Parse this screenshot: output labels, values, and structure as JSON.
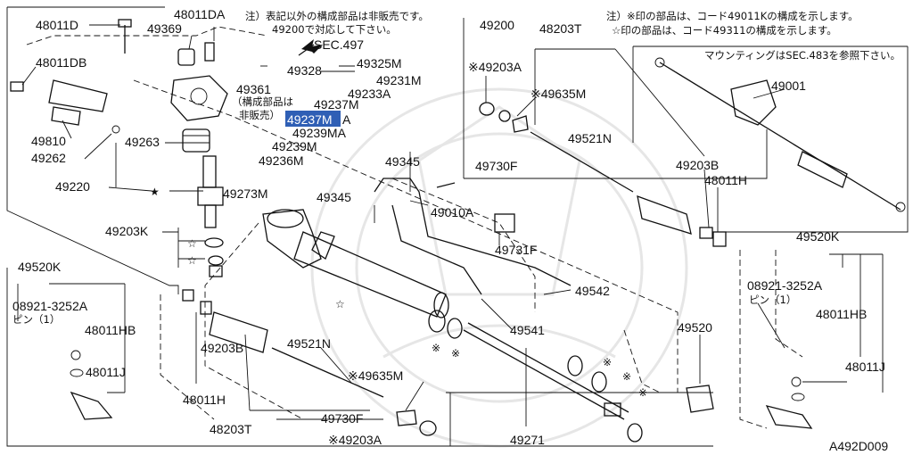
{
  "diagram": {
    "notes": {
      "center_line1": "注）表記以外の構成部品は非販売です。",
      "center_line2": "49200で対応して下さい。",
      "right_line1": "注）※印の部品は、コード49011Kの構成を示します。",
      "right_line2": "☆印の部品は、コード49311の構成を示します。",
      "right_line3": "マウンティングはSEC.483を参照下さい。",
      "not_sold_line1": "（構成部品は",
      "not_sold_line2": "非販売）"
    },
    "sec_ref": "SEC.497",
    "highlighted_part": "49237M",
    "diagram_code": "A492D009",
    "labels": {
      "p48011D": "48011D",
      "p48011DA": "48011DA",
      "p49369": "49369",
      "p49200": "49200",
      "p48203T_top": "48203T",
      "p49325M": "49325M",
      "p49328": "49328",
      "p48011DB": "48011DB",
      "p49361": "49361",
      "p49231M": "49231M",
      "p49233A": "49233A",
      "p49237M_suffix": "A",
      "p49239MA": "49239MA",
      "p49239M": "49239M",
      "p49236M": "49236M",
      "p49203A_top": "※49203A",
      "p49635M_top": "※49635M",
      "p49001": "49001",
      "p49810": "49810",
      "p49262": "49262",
      "p49263": "49263",
      "p49521N_top": "49521N",
      "p49730F_top": "49730F",
      "p49203B_top": "49203B",
      "p48011H_top": "48011H",
      "p49345_a": "49345",
      "p49345_b": "49345",
      "p49220": "49220",
      "p49273M": "49273M",
      "p49010A": "49010A",
      "p49203K": "49203K",
      "p49731F": "49731F",
      "p49520K_right": "49520K",
      "p49520K_left": "49520K",
      "p08921_right": "08921-3252A",
      "pin_right": "ピン（1）",
      "p48011HB_right": "48011HB",
      "p48011J_right": "48011J",
      "p49542": "49542",
      "p08921_left": "08921-3252A",
      "pin_left": "ピン（1）",
      "p48011HB_left": "48011HB",
      "p48011J_left": "48011J",
      "p49203B_bottom": "49203B",
      "p49541": "49541",
      "p49520": "49520",
      "p49521N_bottom": "49521N",
      "p49635M_bottom": "※49635M",
      "p48011H_bottom": "48011H",
      "p49730F_bottom": "49730F",
      "p48203T_bottom": "48203T",
      "p49203A_bottom": "※49203A",
      "p49271": "49271"
    },
    "marks": {
      "kome": "※",
      "star_white": "☆",
      "star_black": "★"
    }
  }
}
